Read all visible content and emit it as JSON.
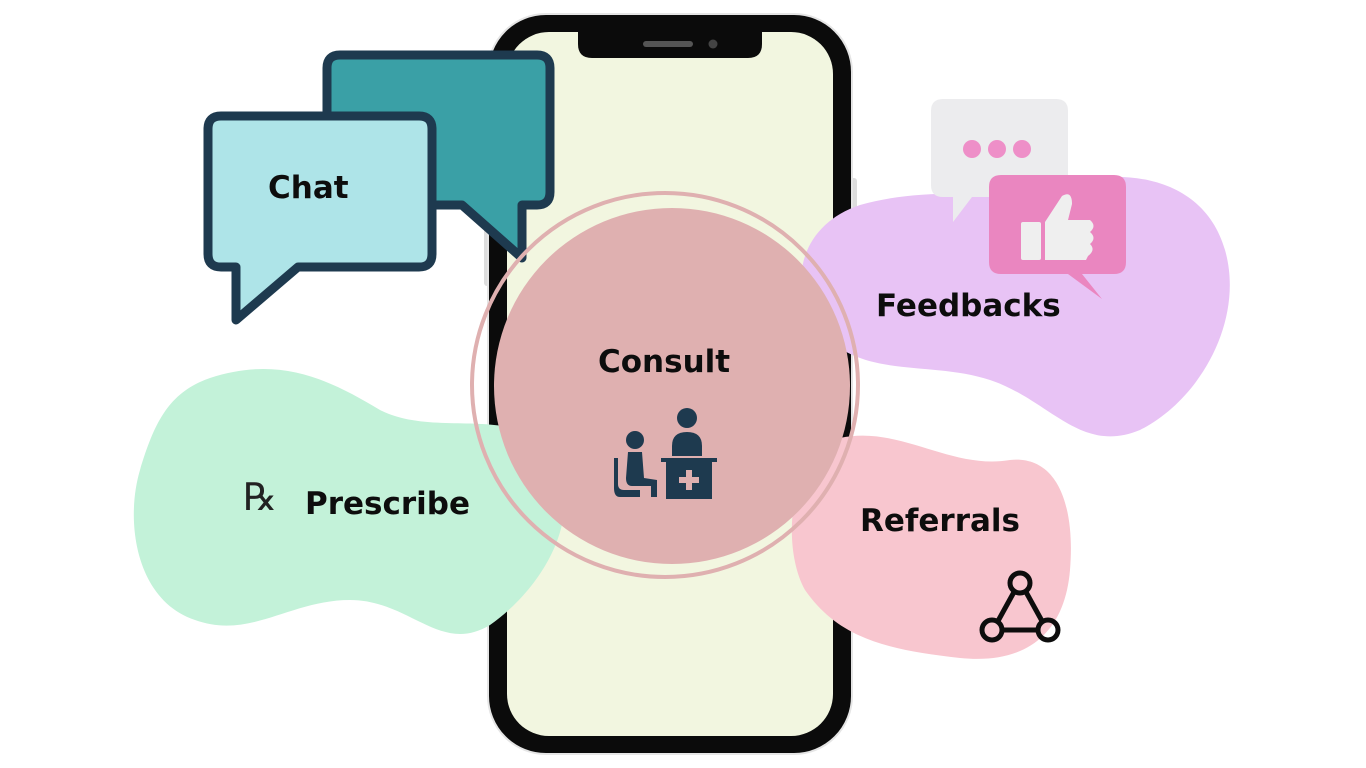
{
  "labels": {
    "chat": "Chat",
    "consult": "Consult",
    "prescribe": "Prescribe",
    "feedbacks": "Feedbacks",
    "referrals": "Referrals"
  },
  "icons": {
    "prescribe": "rx-symbol-icon",
    "consult": "doctor-patient-icon",
    "feedbacks": "thumbs-up-chat-icon",
    "referrals": "network-triangle-icon",
    "chat": "chat-bubbles-icon"
  },
  "colors": {
    "phone_screen": "#f2f6e0",
    "consult": "#dfb0b0",
    "prescribe": "#c3f2d9",
    "feedbacks": "#e8c3f5",
    "referrals": "#f8c6cf",
    "chat_front": "#aee4e8",
    "chat_back": "#3aa0a6",
    "outline": "#1e3a4f"
  }
}
